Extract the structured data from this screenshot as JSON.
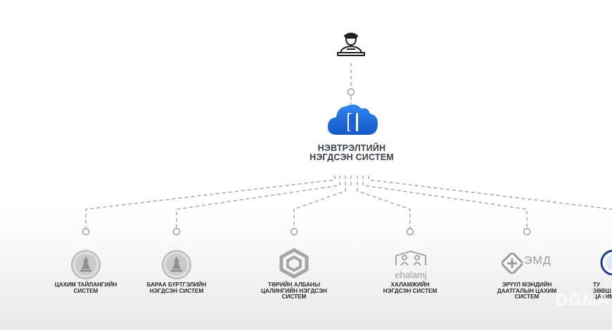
{
  "hub": {
    "title": "НЭВТРЭЛТИЙН\nНЭГДСЭН СИСТЕМ",
    "accent_color": "#1e6fe0"
  },
  "user": {
    "icon": "user-at-laptop-icon"
  },
  "systems": [
    {
      "label": "ЦАХИМ ТАЙЛАНГИЙН\nСИСТЕМ",
      "icon": "state-emblem-seal-icon"
    },
    {
      "label": "БАРАА БҮРТГЭЛИЙН\nНЭГДСЭН СИСТЕМ",
      "icon": "state-emblem-seal-icon"
    },
    {
      "label": "ТӨРИЙН АЛБАНЫ\nЦАЛИНГИЙН НЭГДСЭН\nСИСТЕМ",
      "icon": "hexagon-knot-logo-icon"
    },
    {
      "label": "ХАЛАМЖИЙН\nНЭГДСЭН СИСТЕМ",
      "icon": "ehalamj-logo-icon",
      "logo_text": "ehalamj"
    },
    {
      "label": "ЭРҮҮЛ МЭНДИЙН\nДААТГАЛЫН ЦАХИМ\nСИСТЕМ",
      "icon": "emd-logo-icon",
      "logo_text": "ЭМД"
    },
    {
      "label": "ТУ\nЗӨВШ\nЦАХИМ",
      "icon": "round-seal-logo-icon"
    }
  ],
  "watermark": "DGMA",
  "colors": {
    "line": "#9a9a9a",
    "text": "#2b2b2b",
    "logo_grey": "#9b9b9b"
  }
}
